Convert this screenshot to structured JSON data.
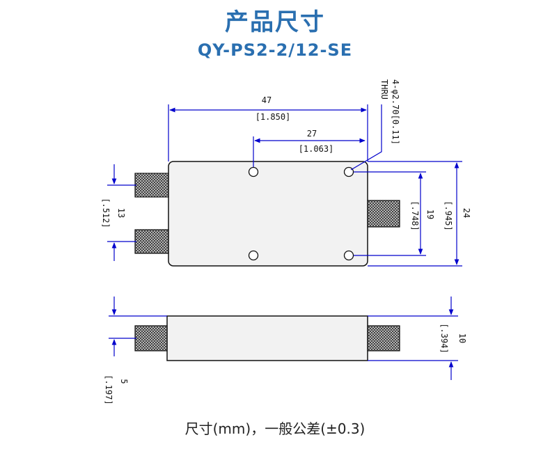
{
  "header": {
    "title": "产品尺寸",
    "model": "QY-PS2-2/12-SE"
  },
  "drawing": {
    "dims": {
      "width_mm": "47",
      "width_in": "[1.850]",
      "hole_span_mm": "27",
      "hole_span_in": "[1.063]",
      "hole_note_line1": "4-φ2.70[0.11]",
      "hole_note_line2": "THRU",
      "port_pitch_mm": "13",
      "port_pitch_in": "[.512]",
      "hole_pitch_mm": "19",
      "hole_pitch_in": "[.748]",
      "height_mm": "24",
      "height_in": "[.945]",
      "thickness_mm": "10",
      "thickness_in": "[.394]",
      "port_offset_mm": "5",
      "port_offset_in": "[.197]"
    },
    "colors": {
      "dimension_line": "#0000cc",
      "outline": "#111111",
      "body_fill": "#f2f2f2"
    }
  },
  "footer": {
    "note": "尺寸(mm)，一般公差(±0.3)"
  }
}
